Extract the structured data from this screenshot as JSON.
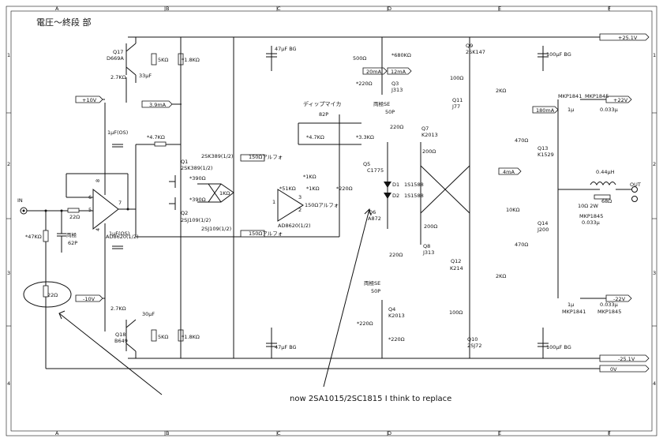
{
  "title": "電圧〜終段 部",
  "grid": {
    "columns": [
      "A",
      "B",
      "C",
      "D",
      "E",
      "F"
    ],
    "rows": [
      "1",
      "2",
      "3",
      "4"
    ]
  },
  "rails": {
    "pos": "+25.1V",
    "neg": "-25.1V",
    "zero": "0V",
    "pos22": "+22V",
    "neg22": "-22V",
    "pos10": "+10V",
    "neg10": "-10V"
  },
  "currents": {
    "q1_tail": "3.9mA",
    "q3_top": "20mA",
    "q3_out": "12mA",
    "q13": "180mA",
    "bias": "4mA"
  },
  "input": {
    "label": "IN",
    "r_series": "22Ω",
    "r_bias": "*47KΩ",
    "c_label1": "両極",
    "c_label2": "62P"
  },
  "output": {
    "label": "OUT",
    "inductor": "0.44μH",
    "r_par": "68Ω",
    "r_zobel": "10Ω  2W",
    "c_zobel": "MKP1845",
    "c_zobel_val": "0.033μ"
  },
  "opamp": {
    "u1": "AD8620(1/2)",
    "u2": "AD8620(1/2)",
    "c1": "1μF(OS)",
    "c2": "1μF(OS)",
    "pin4": "4",
    "pin8": "8",
    "pin5": "5",
    "pin6": "6",
    "pin7": "7",
    "pin1": "1",
    "pin2": "2",
    "pin3": "3"
  },
  "resistors": {
    "r5k_top": "5KΩ",
    "r5k_bot": "5KΩ",
    "r18k_top": "*1.8KΩ",
    "r18k_bot": "*1.8KΩ",
    "r27k_top": "2.7KΩ",
    "r27k_bot": "2.7KΩ",
    "r47k": "*4.7KΩ",
    "r390a": "*390Ω",
    "r390b": "*390Ω",
    "r1k": "1KΩ",
    "r47k_b": "*4.7KΩ",
    "r33k": "*3.3KΩ",
    "r1k_a": "*1KΩ",
    "r1k_b": "*1KΩ",
    "r51k": "*51KΩ",
    "r220_dr": "*220Ω",
    "r500": "500Ω",
    "r680k": "*680KΩ",
    "r220_q3": "*220Ω",
    "r220_q4": "*220Ω",
    "r220_q4b": "*220Ω",
    "r220_q7": "220Ω",
    "r220_q8": "220Ω",
    "r200a": "200Ω",
    "r200b": "200Ω",
    "r100a": "100Ω",
    "r100b": "100Ω",
    "r2k_a": "2KΩ",
    "r2k_b": "2KΩ",
    "r470a": "470Ω",
    "r470b": "470Ω",
    "r10k": "10KΩ",
    "r22_circled": "22Ω"
  },
  "caps": {
    "c33u_top": "33μF",
    "c33u_bot": "30μF",
    "c47u_top": "47μF  BG",
    "c47u_bot": "47μF  BG",
    "c100u_top": "100μF  BG",
    "c100u_bot": "100μF  BG",
    "c150a": "150Ωアルフォ",
    "c150b": "150Ωアルフォ",
    "c150c": "150Ωアルフォ",
    "dip_label": "ディップマイカ",
    "c82p": "82P",
    "c50p_top_lbl": "両極SE",
    "c50p_top": "50P",
    "c50p_bot_lbl": "両極SE",
    "c50p_bot": "50P",
    "mkp1841_top": "MKP1841",
    "mkp1845_top": "MKP1845",
    "c1u_top": "1μ",
    "c033_top": "0.033μ",
    "mkp1841_bot": "MKP1841",
    "mkp1845_bot": "MKP1845",
    "c1u_bot": "1μ",
    "c033_bot": "0.033μ"
  },
  "transistors": {
    "q17": "Q17",
    "q17_type": "D669A",
    "q18": "Q18",
    "q18_type": "B649",
    "q1": "Q1",
    "q1_type": "2SK389(1/2)",
    "q2": "Q2",
    "q2_type": "2SJ109(1/2)",
    "q1b_type": "2SK389(1/2)",
    "q2b_type": "2SJ109(1/2)",
    "q3": "Q3",
    "q3_type": "J313",
    "q4": "Q4",
    "q4_type": "K2013",
    "q5": "Q5",
    "q5_type": "C1775",
    "q6": "Q6",
    "q6_type": "A872",
    "q7": "Q7",
    "q7_type": "K2013",
    "q8": "Q8",
    "q8_type": "J313",
    "q9": "Q9",
    "q9_type": "2SK147",
    "q10": "Q10",
    "q10_type": "2SJ72",
    "q11": "Q11",
    "q11_type": "J77",
    "q12": "Q12",
    "q12_type": "K214",
    "q13": "Q13",
    "q13_type": "K1529",
    "q14": "Q14",
    "q14_type": "J200"
  },
  "diodes": {
    "d1": "D1",
    "d1_type": "1S1588",
    "d2": "D2",
    "d2_type": "1S1588"
  },
  "annotation": "now 2SA1015/2SC1815 I think to replace",
  "colors": {
    "line": "#111111",
    "background": "#ffffff"
  }
}
